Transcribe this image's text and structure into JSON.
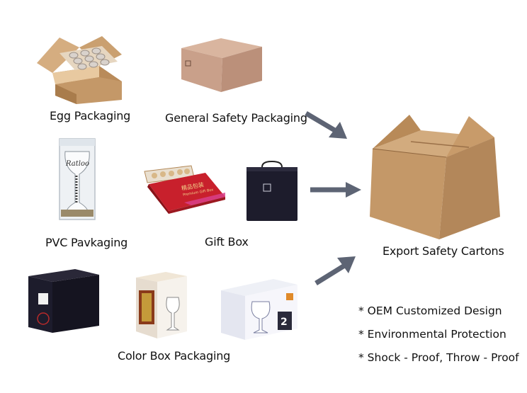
{
  "labels": {
    "egg": "Egg Packaging",
    "general": "General Safety Packaging",
    "pvc": "PVC Pavkaging",
    "gift": "Gift Box",
    "color": "Color Box Packaging",
    "export": "Export Safety Cartons"
  },
  "features": [
    "* OEM Customized Design",
    "* Environmental Protection",
    "* Shock - Proof, Throw - Proof"
  ],
  "product_text": {
    "pvc_script": "Ratloo",
    "gift_red_script": "精品包装",
    "gift_red_sub": "Premium Gift Box",
    "color_box_count": "2"
  },
  "colors": {
    "kraft": "#c49868",
    "arrow": "#5d6474",
    "gift_red": "#c8202c",
    "dark_box": "#1d1c2c"
  }
}
